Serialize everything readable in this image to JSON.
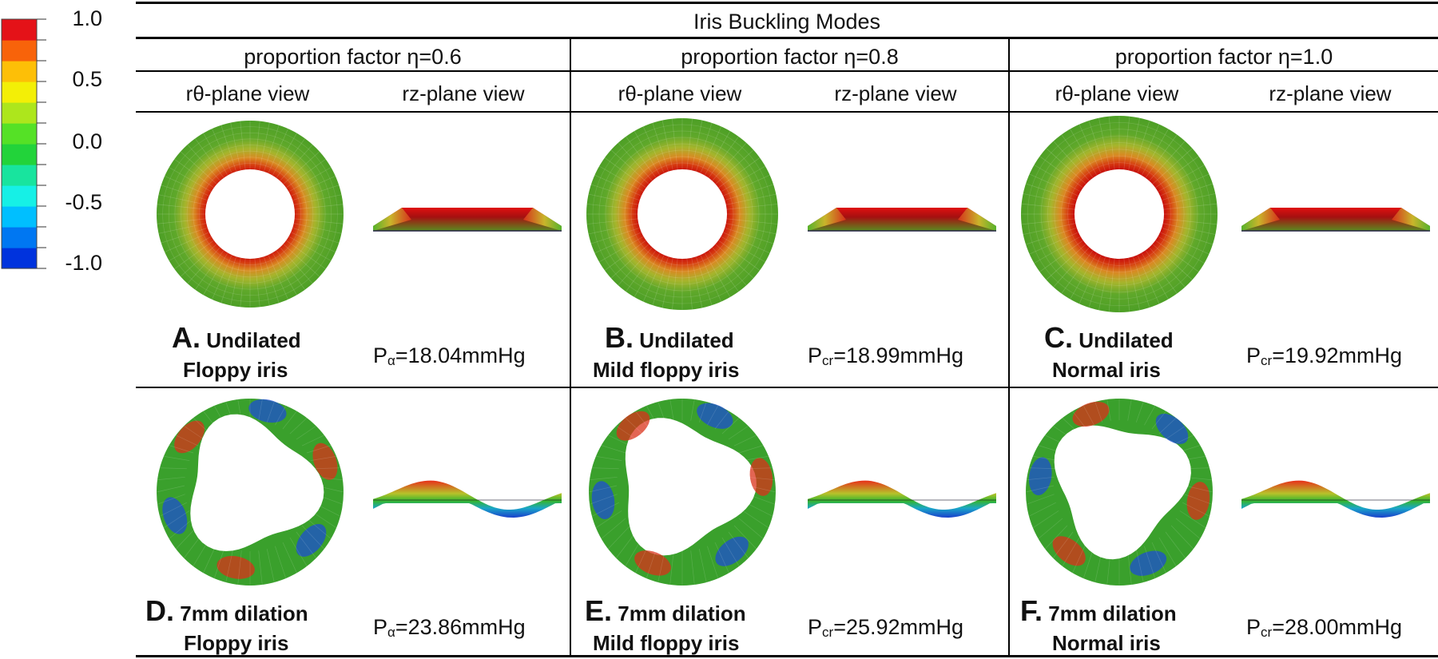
{
  "title": "Iris Buckling Modes",
  "colorbar": {
    "labels": [
      "1.0",
      "0.5",
      "0.0",
      "-0.5",
      "-1.0"
    ],
    "colors": [
      "#0033dd",
      "#0077f2",
      "#00bfff",
      "#16f0e6",
      "#18e49e",
      "#22d33a",
      "#55e126",
      "#ade61c",
      "#f3ef06",
      "#fdbf07",
      "#f8630a",
      "#e41218"
    ]
  },
  "columns": [
    {
      "header": "proportion factor η=0.6",
      "views": [
        "rθ-plane view",
        "rz-plane view"
      ]
    },
    {
      "header": "proportion factor η=0.8",
      "views": [
        "rθ-plane view",
        "rz-plane view"
      ]
    },
    {
      "header": "proportion factor η=1.0",
      "views": [
        "rθ-plane view",
        "rz-plane view"
      ]
    }
  ],
  "panels": [
    {
      "letter": "A.",
      "line1": "Undilated",
      "line2": "Floppy iris",
      "p_main": "P",
      "p_sub": "α",
      "p_value": "=18.04mmHg",
      "mode": "undilated"
    },
    {
      "letter": "B.",
      "line1": "Undilated",
      "line2": "Mild floppy iris",
      "p_main": "P",
      "p_sub": "cr",
      "p_value": "=18.99mmHg",
      "mode": "undilated"
    },
    {
      "letter": "C.",
      "line1": "Undilated",
      "line2": "Normal iris",
      "p_main": "P",
      "p_sub": "cr",
      "p_value": "=19.92mmHg",
      "mode": "undilated"
    },
    {
      "letter": "D.",
      "line1": "7mm dilation",
      "line2": "Floppy iris",
      "p_main": "P",
      "p_sub": "α",
      "p_value": "=23.86mmHg",
      "mode": "dilated"
    },
    {
      "letter": "E.",
      "line1": "7mm dilation",
      "line2": "Mild floppy iris",
      "p_main": "P",
      "p_sub": "cr",
      "p_value": "=25.92mmHg",
      "mode": "dilated"
    },
    {
      "letter": "F.",
      "line1": "7mm dilation",
      "line2": "Normal iris",
      "p_main": "P",
      "p_sub": "cr",
      "p_value": "=28.00mmHg",
      "mode": "dilated"
    }
  ]
}
